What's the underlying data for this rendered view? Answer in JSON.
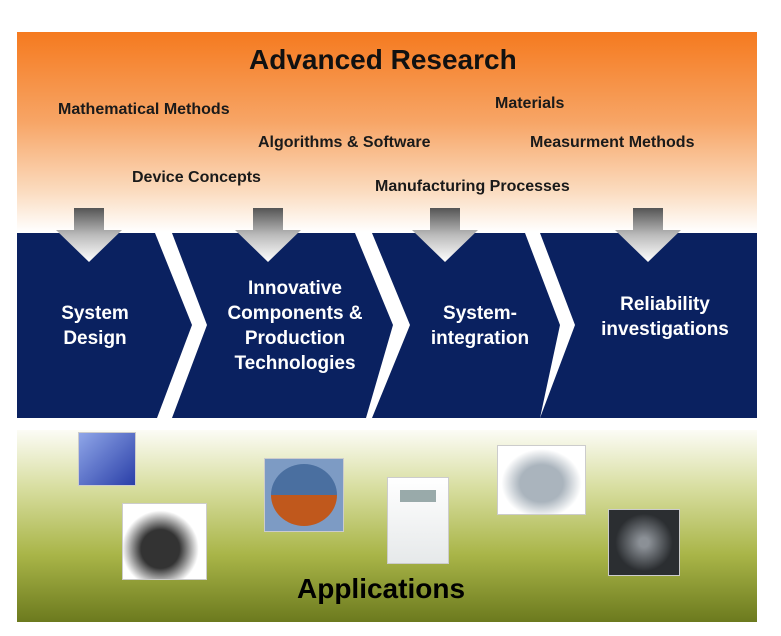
{
  "research": {
    "title": "Advanced Research",
    "topics": [
      "Mathematical Methods",
      "Materials",
      "Algorithms & Software",
      "Measurment Methods",
      "Device Concepts",
      "Manufacturing Processes"
    ]
  },
  "stages": [
    {
      "line1": "System",
      "line2": "Design"
    },
    {
      "line1": "Innovative",
      "line2": "Components &",
      "line3": "Production",
      "line4": "Technologies"
    },
    {
      "line1": "System-",
      "line2": "integration"
    },
    {
      "line1": "Reliability",
      "line2": "investigations"
    }
  ],
  "applications": {
    "title": "Applications"
  },
  "colors": {
    "orange": "#f57a1f",
    "navy": "#0a2160",
    "olive": "#6c7a1e"
  }
}
